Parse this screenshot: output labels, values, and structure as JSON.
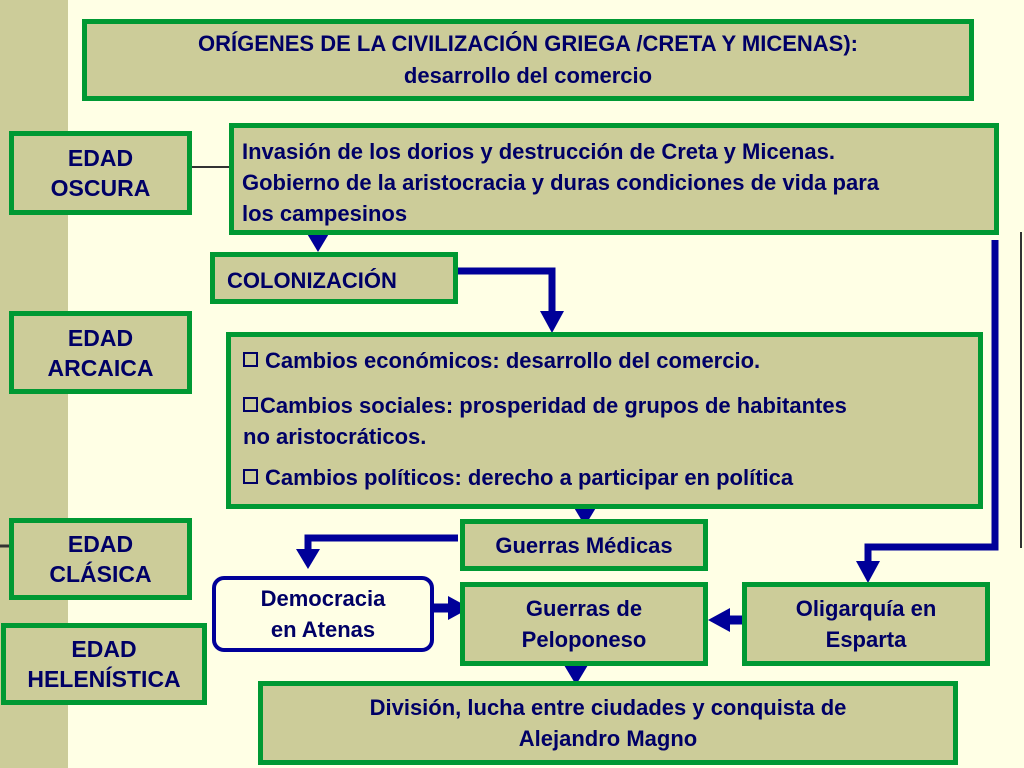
{
  "title": {
    "line1": "ORÍGENES DE LA CIVILIZACIÓN GRIEGA /CRETA Y MICENAS):",
    "line2": "desarrollo del comercio"
  },
  "eras": {
    "oscura": [
      "EDAD",
      "OSCURA"
    ],
    "arcaica": [
      "EDAD",
      "ARCAICA"
    ],
    "clasica": [
      "EDAD",
      "CLÁSICA"
    ],
    "helenistica": [
      "EDAD",
      "HELENÍSTICA"
    ]
  },
  "invasion": {
    "lines": [
      "Invasión de los dorios y destrucción de Creta y Micenas.",
      "Gobierno de la aristocracia y duras condiciones de vida para",
      "los campesinos"
    ]
  },
  "colonizacion": "COLONIZACIÓN",
  "cambios": {
    "economicos": "Cambios económicos: desarrollo del comercio.",
    "sociales_1": "Cambios sociales: prosperidad de grupos de habitantes",
    "sociales_2": "no aristocráticos.",
    "politicos": "Cambios políticos: derecho a participar en política"
  },
  "guerras_medicas": "Guerras Médicas",
  "democracia": [
    "Democracia",
    "en Atenas"
  ],
  "peloponeso": [
    "Guerras de",
    "Peloponeso"
  ],
  "oligarquia": [
    "Oligarquía en",
    "Esparta"
  ],
  "division": [
    "División, lucha entre ciudades y conquista de",
    "Alejandro Magno"
  ],
  "colors": {
    "background": "#FFFFE5",
    "box_fill": "#CCCC99",
    "box_border": "#009933",
    "text": "#000066",
    "arrows": "#000099"
  }
}
